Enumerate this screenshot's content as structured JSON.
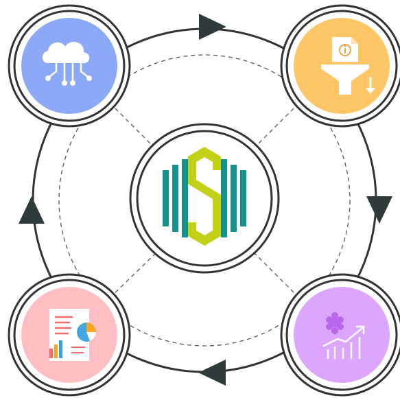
{
  "diagram": {
    "type": "cycle",
    "center": {
      "icon": "hexagon-monogram-logo-icon",
      "colors": {
        "teal": "#14938e",
        "lime": "#c2d116"
      }
    },
    "nodes": [
      {
        "id": "cloud",
        "icon": "cloud-network-icon",
        "fill": "#8ca9f8",
        "icon_color": "#ffffff"
      },
      {
        "id": "filter",
        "icon": "data-filter-funnel-icon",
        "fill": "#ffc668",
        "icon_color": "#ffffff"
      },
      {
        "id": "growth",
        "icon": "growth-chart-icon",
        "fill": "#dca6ff",
        "icon_color": "#ffffff",
        "accent": "#b968ee"
      },
      {
        "id": "report",
        "icon": "report-document-icon",
        "fill": "#ffbec2",
        "accent_colors": [
          "#f36c6c",
          "#42a8df",
          "#f5a623",
          "#3aa0e0"
        ]
      }
    ],
    "flow_direction": "clockwise",
    "colors": {
      "ring": "#333333",
      "arrow": "#2f3b3b",
      "dashed": "#555555"
    }
  }
}
